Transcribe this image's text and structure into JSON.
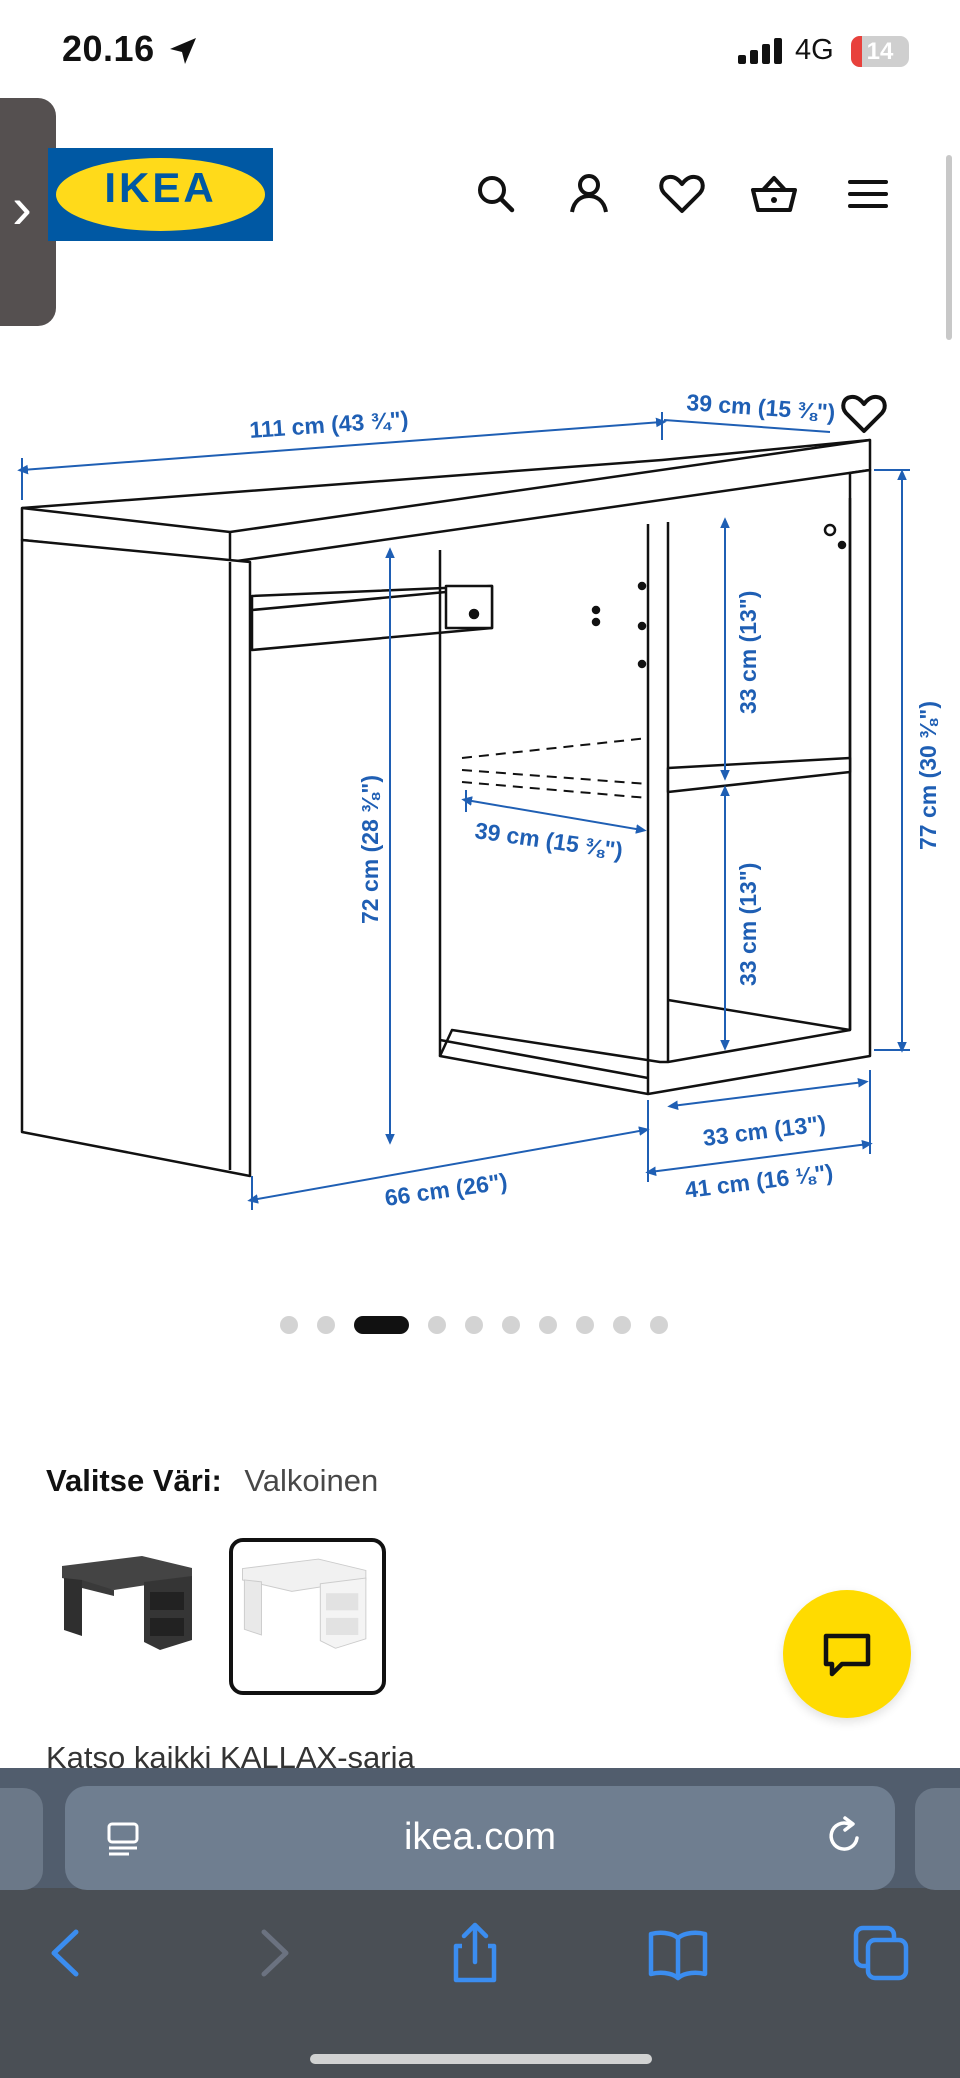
{
  "status_bar": {
    "time": "20.16",
    "network": "4G",
    "battery": "14"
  },
  "header": {
    "logo_text": "IKEA"
  },
  "product_image": {
    "dimensions": {
      "width": "111 cm (43 ¾\")",
      "depth_top": "39 cm (15 ⅜\")",
      "height": "77 cm (30 ⅜\")",
      "knee_height": "72 cm (28 ⅜\")",
      "shelf_upper": "33 cm (13\")",
      "shelf_lower": "33 cm (13\")",
      "shelf_depth": "39 cm (15 ⅜\")",
      "leg_span": "66 cm (26\")",
      "unit_width": "33 cm (13\")",
      "unit_depth": "41 cm (16 ⅛\")"
    }
  },
  "carousel": {
    "count": 10,
    "active_index": 2
  },
  "color_selector": {
    "label": "Valitse Väri:",
    "value": "Valkoinen",
    "options": [
      "Mustanruskea",
      "Valkoinen"
    ]
  },
  "series_link": "Katso kaikki KALLAX-sarja",
  "browser": {
    "address": "ikea.com"
  },
  "colors": {
    "ikea_blue": "#0058a3",
    "ikea_yellow": "#ffda1a",
    "dimension_blue": "#1f5fb4"
  }
}
